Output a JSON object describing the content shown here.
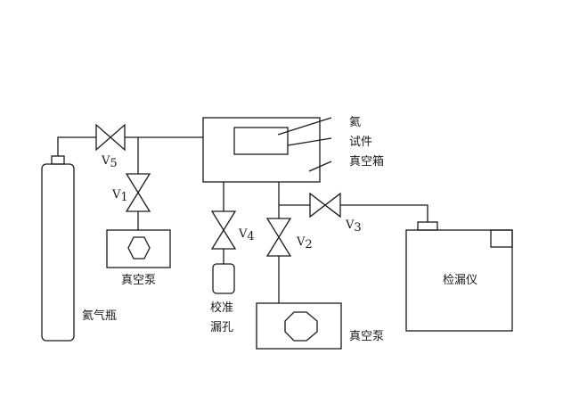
{
  "labels": {
    "helium": "氦",
    "specimen": "试件",
    "vacuum_box": "真空箱",
    "pump_left": "真空泵",
    "pump_bottom": "真空泵",
    "cylinder": "氦气瓶",
    "leak_line1": "校准",
    "leak_line2": "漏孔",
    "detector": "检漏仪"
  },
  "valves": {
    "v1": {
      "letter": "V",
      "sub": "1"
    },
    "v2": {
      "letter": "V",
      "sub": "2"
    },
    "v3": {
      "letter": "V",
      "sub": "3"
    },
    "v4": {
      "letter": "V",
      "sub": "4"
    },
    "v5": {
      "letter": "V",
      "sub": "5"
    }
  }
}
